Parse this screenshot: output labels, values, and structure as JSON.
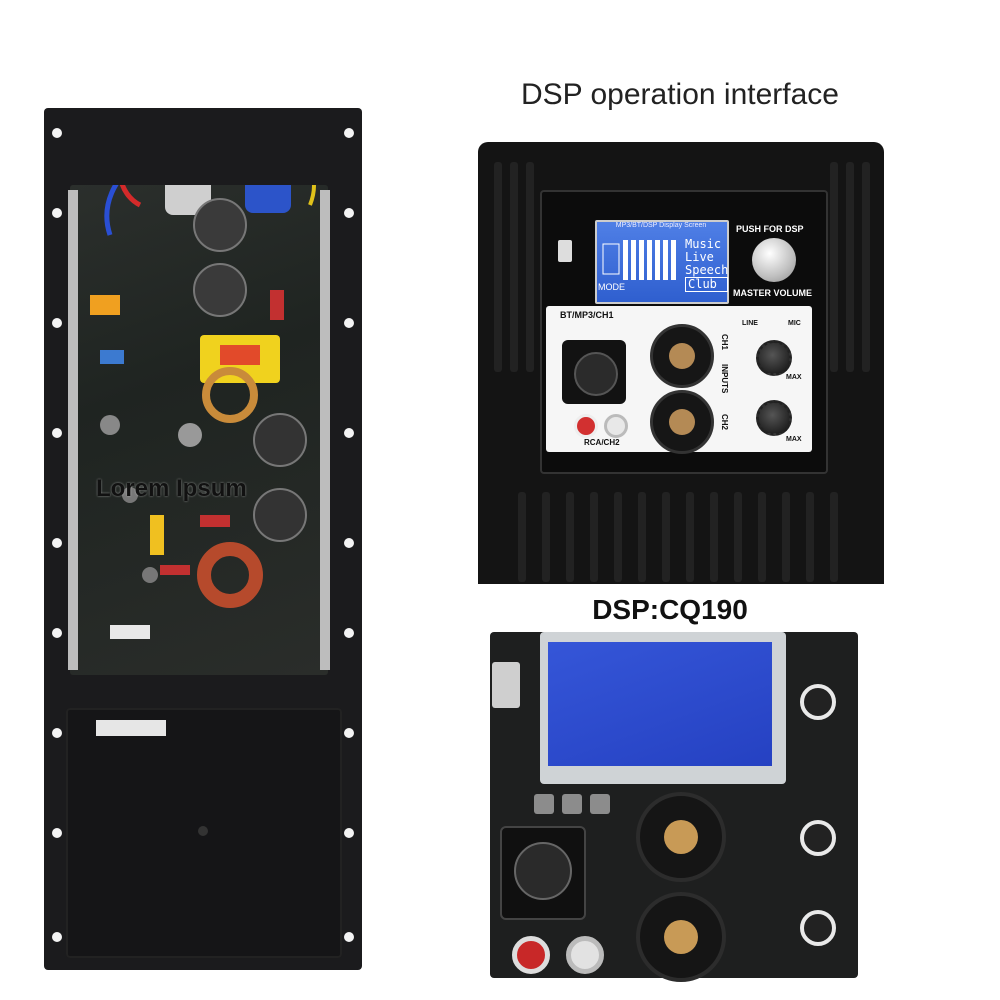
{
  "headings": {
    "interface_title": "DSP operation interface",
    "board_title": "DSP:CQ190",
    "watermark": "Lorem Ipsum"
  },
  "dsp_panel": {
    "lcd_header": "MP3/BT/DSP Display Screen",
    "lcd_modes": [
      "Music",
      "Live",
      "Speech",
      "Club"
    ],
    "lcd_selected": "Club",
    "lcd_mode_label": "MODE",
    "push_label": "PUSH FOR DSP",
    "volume_label": "MASTER VOLUME",
    "bt_label": "BT/MP3/CH1",
    "rca_label": "RCA/CH2",
    "ch1": "CH1",
    "ch2": "CH2",
    "inputs": "INPUTS",
    "knob_line": "LINE",
    "knob_mic": "MIC",
    "knob_max": "MAX"
  },
  "colors": {
    "panel_black": "#141414",
    "lcd_blue": "#2f5fcf",
    "rca_red": "#d23030",
    "combo_gold": "#b48a55"
  }
}
